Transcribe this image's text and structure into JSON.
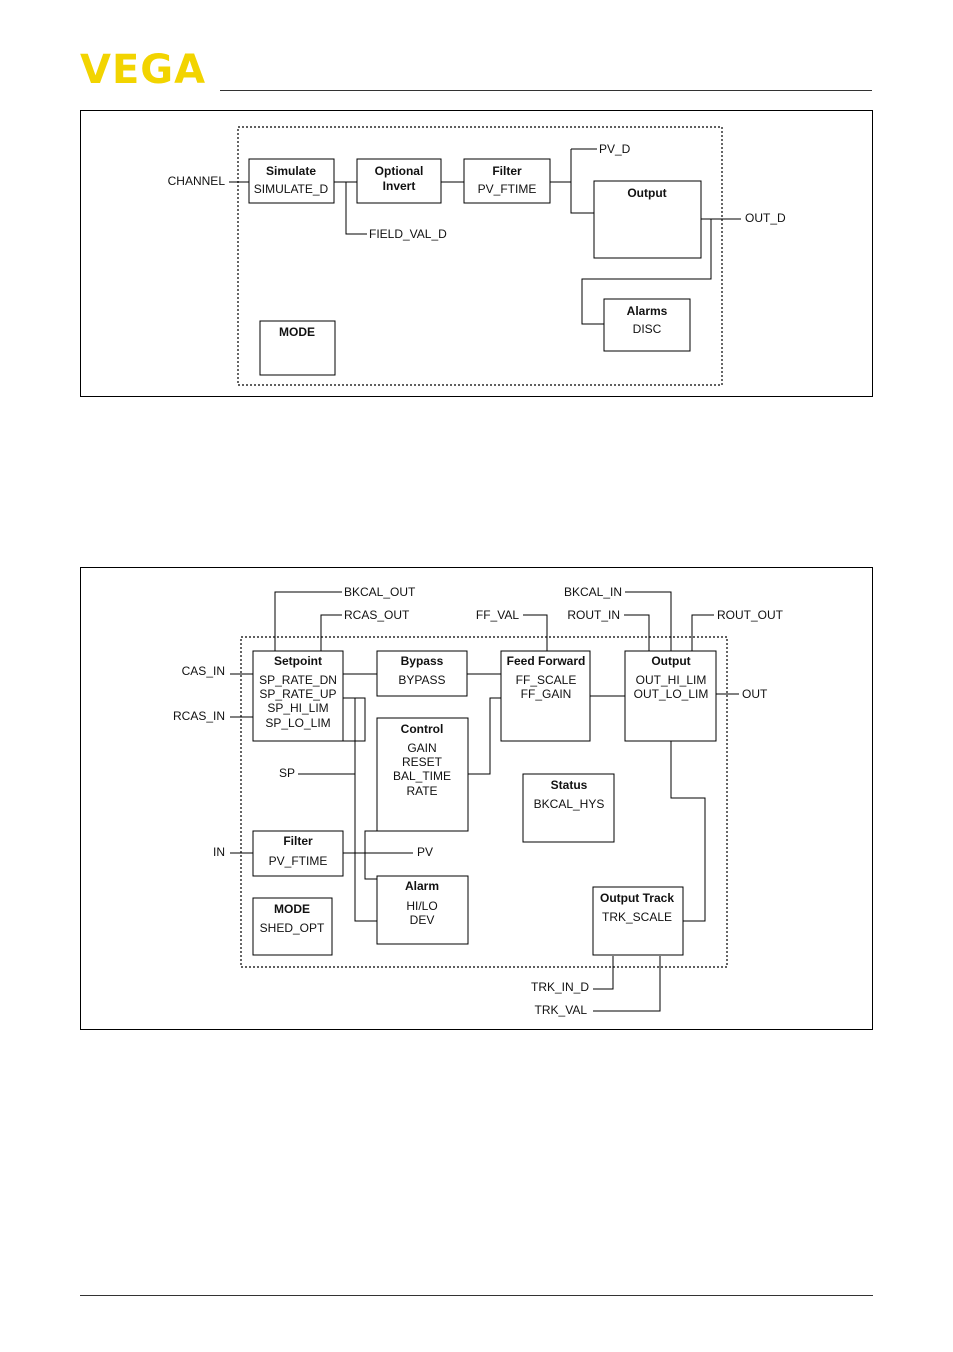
{
  "header": {
    "logo_text": "VEGA",
    "logo_color": "#f2d400"
  },
  "diagram1": {
    "labels": {
      "channel": "CHANNEL",
      "simulate_title": "Simulate",
      "simulate_param": "SIMULATE_D",
      "optional": "Optional",
      "invert": "Invert",
      "filter_title": "Filter",
      "filter_param": "PV_FTIME",
      "pv_d": "PV_D",
      "output_title": "Output",
      "out_d": "OUT_D",
      "field_val_d": "FIELD_VAL_D",
      "alarms_title": "Alarms",
      "alarms_param": "DISC",
      "mode_title": "MODE"
    }
  },
  "diagram2": {
    "labels": {
      "bkcal_out": "BKCAL_OUT",
      "rcas_out": "RCAS_OUT",
      "ff_val": "FF_VAL",
      "bkcal_in": "BKCAL_IN",
      "rout_in": "ROUT_IN",
      "rout_out": "ROUT_OUT",
      "cas_in": "CAS_IN",
      "rcas_in": "RCAS_IN",
      "sp": "SP",
      "in": "IN",
      "pv": "PV",
      "out": "OUT",
      "trk_in_d": "TRK_IN_D",
      "trk_val": "TRK_VAL",
      "setpoint_title": "Setpoint",
      "sp_rate_dn": "SP_RATE_DN",
      "sp_rate_up": "SP_RATE_UP",
      "sp_hi_lim": "SP_HI_LIM",
      "sp_lo_lim": "SP_LO_LIM",
      "bypass_title": "Bypass",
      "bypass_param": "BYPASS",
      "ff_title": "Feed Forward",
      "ff_scale": "FF_SCALE",
      "ff_gain": "FF_GAIN",
      "output_title": "Output",
      "out_hi_lim": "OUT_HI_LIM",
      "out_lo_lim": "OUT_LO_LIM",
      "control_title": "Control",
      "gain": "GAIN",
      "reset": "RESET",
      "bal_time": "BAL_TIME",
      "rate": "RATE",
      "status_title": "Status",
      "bkcal_hys": "BKCAL_HYS",
      "filter_title": "Filter",
      "filter_param": "PV_FTIME",
      "alarm_title": "Alarm",
      "hi_lo": "HI/LO",
      "dev": "DEV",
      "mode_title": "MODE",
      "shed_opt": "SHED_OPT",
      "output_track_title": "Output Track",
      "trk_scale": "TRK_SCALE"
    }
  }
}
